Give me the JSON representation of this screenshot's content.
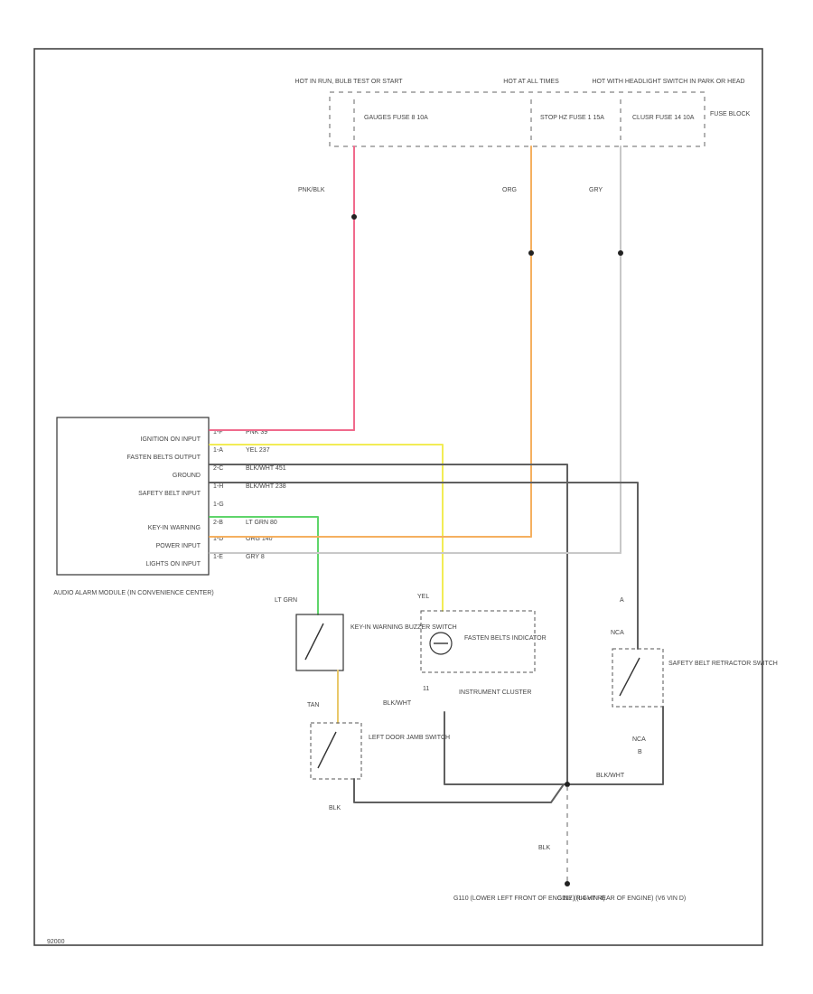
{
  "fuse_block": {
    "hot_labels": [
      "HOT IN RUN, BULB TEST OR START",
      "HOT AT ALL TIMES",
      "HOT WITH HEADLIGHT SWITCH IN PARK OR HEAD"
    ],
    "fuses": [
      "GAUGES FUSE 8 10A",
      "STOP HZ FUSE 1 15A",
      "CLUSR FUSE 14 10A"
    ],
    "label": "FUSE BLOCK"
  },
  "wires": {
    "pnk_blk": "PNK/BLK",
    "org": "ORG",
    "gry": "GRY",
    "lt_grn": "LT GRN",
    "yel": "YEL",
    "tan": "TAN",
    "blk_wht": "BLK/WHT",
    "blk_wht_ground": "BLK/WHT",
    "blk": "BLK",
    "blk_lower": "BLK"
  },
  "module": {
    "inputs": [
      "IGNITION ON INPUT",
      "FASTEN BELTS OUTPUT",
      "GROUND",
      "SAFETY BELT INPUT",
      "KEY-IN WARNING",
      "POWER INPUT",
      "LIGHTS ON INPUT"
    ],
    "pins": [
      "1-F",
      "1-A",
      "2-C",
      "1-H",
      "1-G",
      "2-B",
      "1-D",
      "1-E"
    ],
    "pin_wires": [
      "PNK 39",
      "YEL 237",
      "BLK/WHT 451",
      "BLK/WHT 238",
      "LT GRN 80",
      "ORG 140",
      "GRY 8"
    ],
    "caption": "AUDIO ALARM MODULE (IN CONVENIENCE CENTER)"
  },
  "components": {
    "key_switch": "KEY-IN WARNING BUZZER SWITCH",
    "lamp": "FASTEN BELTS INDICATOR",
    "cluster": "INSTRUMENT CLUSTER",
    "cluster_pin": "11",
    "door_switch": "LEFT DOOR JAMB SWITCH",
    "belt_switch": "SAFETY BELT RETRACTOR SWITCH",
    "connector_a": "A",
    "connector_b": "B",
    "conn_a_wire": "NCA",
    "conn_b_wire": "NCA"
  },
  "grounds": {
    "g110": "G110 (LOWER LEFT FRONT OF ENGINE) (L4 VIN 4)",
    "g117": "G117 (RIGHT REAR OF ENGINE) (V6 VIN D)"
  },
  "figure_id": "92000",
  "colors": {
    "pnk": "#f06a8c",
    "org": "#f5b060",
    "yel": "#f2ec55",
    "lt_grn": "#5fd56a",
    "gry": "#c8c8c8",
    "blk": "#606060",
    "tan": "#e9c86a"
  }
}
